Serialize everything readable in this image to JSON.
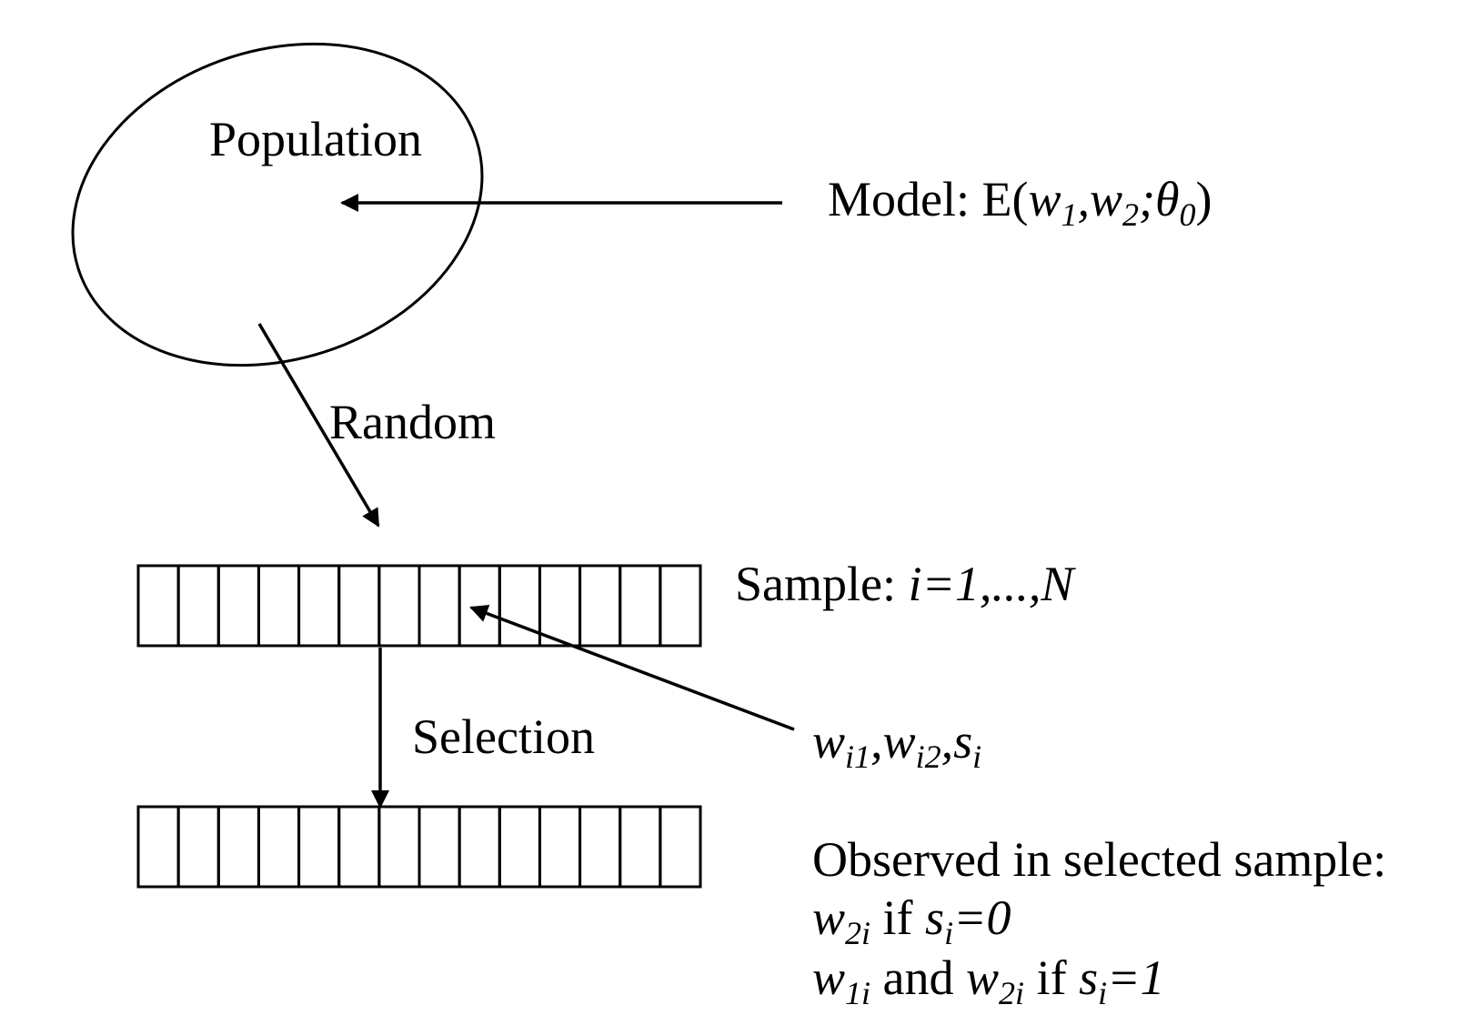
{
  "labels": {
    "population": "Population",
    "model_prefix": "Model: E(",
    "model_w1": "w",
    "model_w1_sub": "1",
    "model_sep1": ",",
    "model_w2": "w",
    "model_w2_sub": "2",
    "model_sep2": ";",
    "model_theta": "θ",
    "model_theta_sub": "0",
    "model_suffix": ")",
    "random": "Random",
    "sample_prefix": "Sample: ",
    "sample_index": "i=1,...,N",
    "selection": "Selection",
    "vars_w": "w",
    "vars_w_sub1": "i1",
    "vars_sep1": ",",
    "vars_w2": "w",
    "vars_w_sub2": "i2",
    "vars_sep2": ",",
    "vars_s": "s",
    "vars_s_sub": "i",
    "observed_title": "Observed in selected sample:",
    "obs1_w": "w",
    "obs1_w_sub": "2i",
    "obs1_if": " if ",
    "obs1_s": "s",
    "obs1_s_sub": "i",
    "obs1_val": "=0",
    "obs2_w1": "w",
    "obs2_w1_sub": "1i",
    "obs2_and": " and ",
    "obs2_w2": "w",
    "obs2_w2_sub": "2i",
    "obs2_if": " if ",
    "obs2_s": "s",
    "obs2_s_sub": "i",
    "obs2_val": "=1"
  },
  "sample_cells": 14,
  "colors": {
    "stroke": "#000000",
    "background": "#ffffff"
  }
}
